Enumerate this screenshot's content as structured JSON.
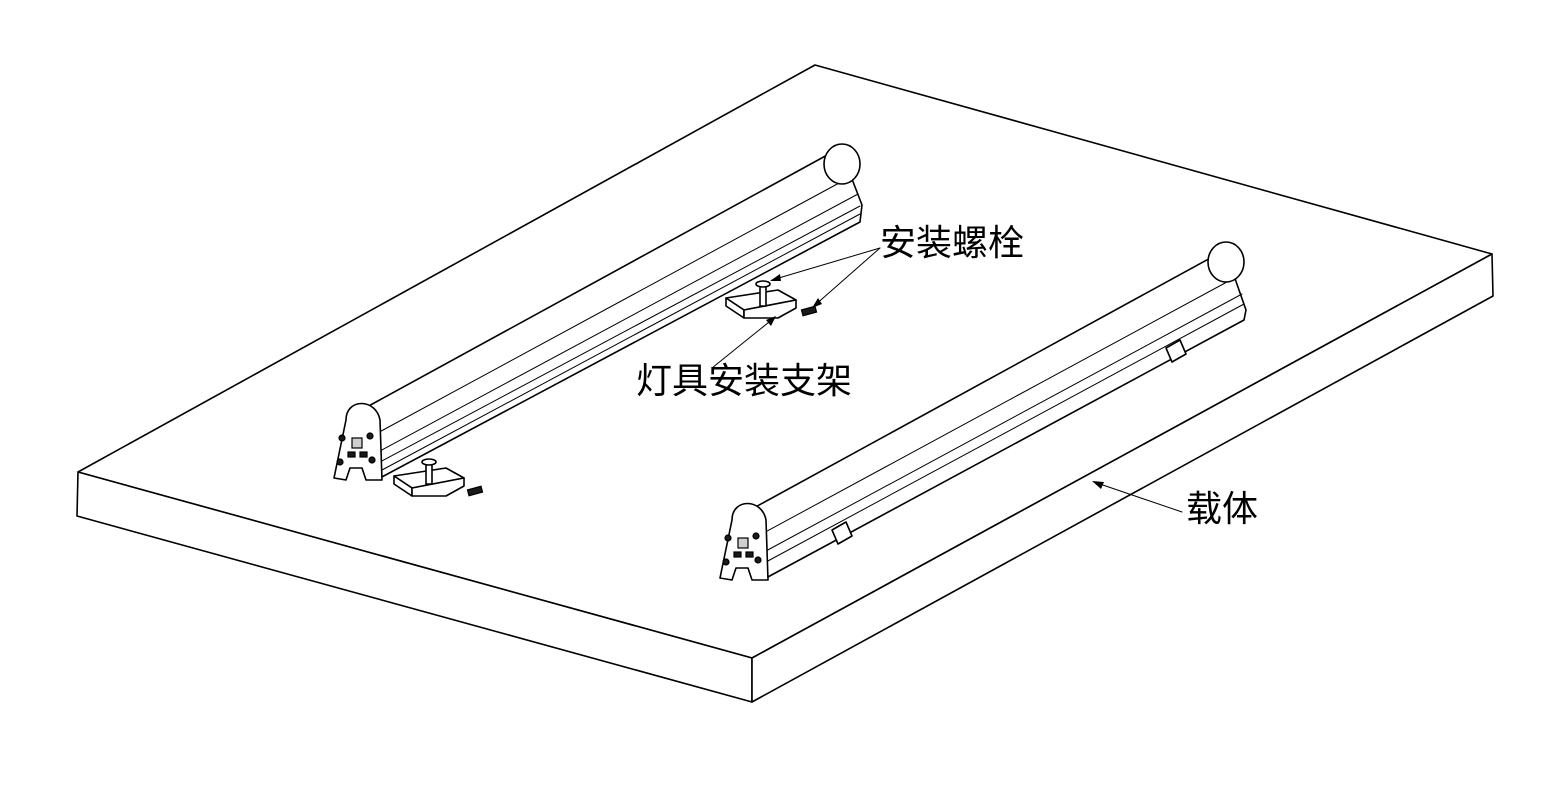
{
  "labels": {
    "mounting_bolt": "安装螺栓",
    "fixture_bracket": "灯具安装支架",
    "carrier": "载体"
  },
  "colors": {
    "line": "#000000",
    "background": "#ffffff",
    "fill_dark": "#1a1a1a"
  }
}
